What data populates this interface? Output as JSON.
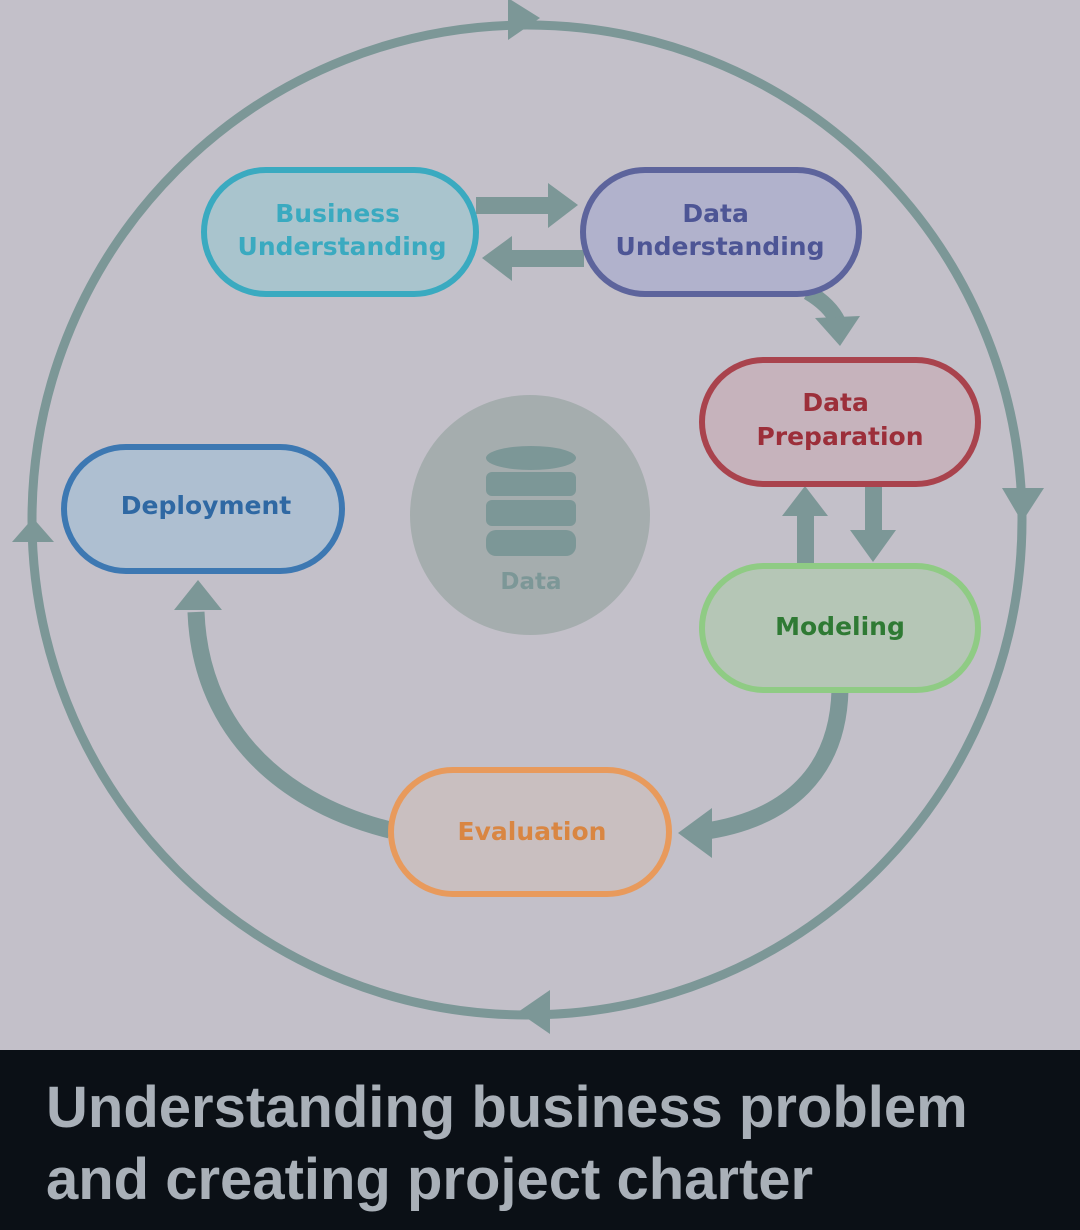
{
  "diagram": {
    "nodes": {
      "business_understanding": {
        "line1": "Business",
        "line2": "Understanding",
        "color": "#3aaac0"
      },
      "data_understanding": {
        "line1": "Data",
        "line2": "Understanding",
        "color": "#4d5595"
      },
      "data_preparation": {
        "line1": "Data",
        "line2": "Preparation",
        "color": "#9c2f3a"
      },
      "deployment": {
        "label": "Deployment",
        "color": "#2f68a3"
      },
      "modeling": {
        "label": "Modeling",
        "color": "#2f7a34"
      },
      "evaluation": {
        "label": "Evaluation",
        "color": "#d98642"
      }
    },
    "center": {
      "label": "Data"
    },
    "arrow_color": "#7c9797"
  },
  "caption": {
    "line1": "Understanding business problem",
    "line2": "and creating project charter"
  }
}
